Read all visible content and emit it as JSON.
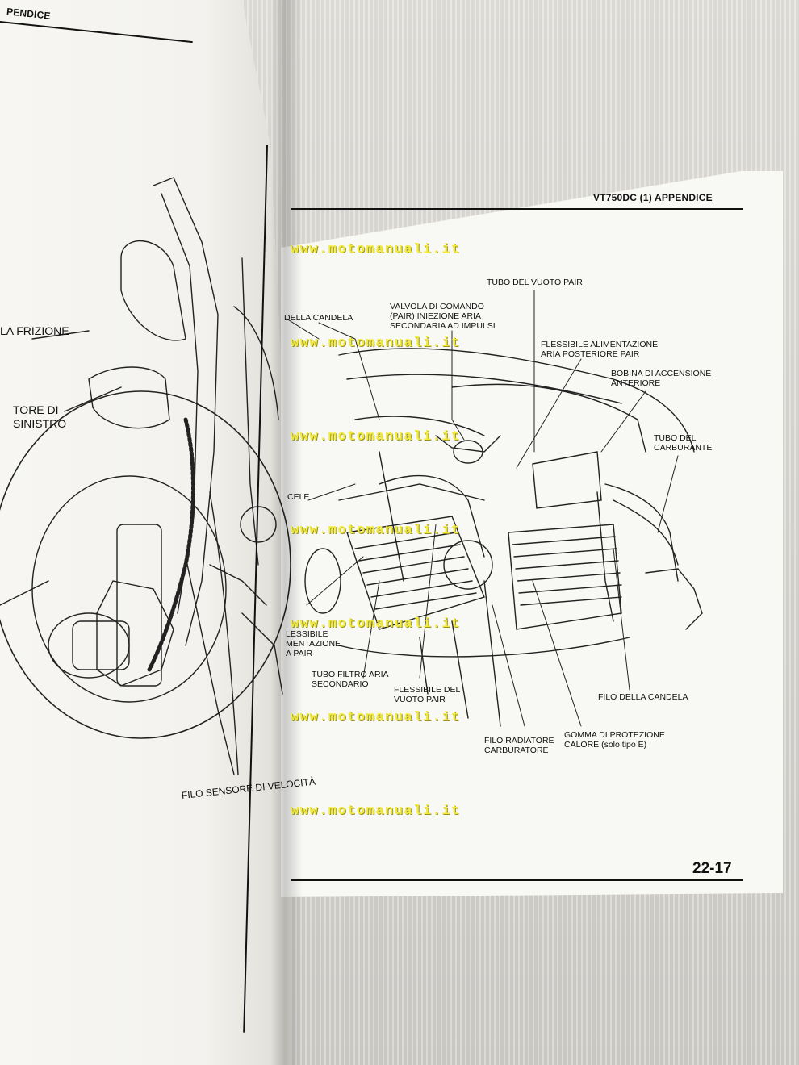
{
  "header": {
    "left_title": "PENDICE",
    "right_title": "VT750DC (1) APPENDICE"
  },
  "page_number": "22-17",
  "watermark": "www.motomanuali.it",
  "left_labels": {
    "frizione": "LA FRIZIONE",
    "tore_di": "TORE DI",
    "sinistro": "SINISTRO",
    "velocita": "FILO SENSORE DI VELOCITÀ"
  },
  "right_labels": {
    "della_candela_top": "DELLA CANDELA",
    "valvola_l1": "VALVOLA DI COMANDO",
    "valvola_l2": "(PAIR) INIEZIONE ARIA",
    "valvola_l3": "SECONDARIA AD IMPULSI",
    "tubo_vuoto_pair": "TUBO DEL VUOTO PAIR",
    "flessibile_alim_l1": "FLESSIBILE ALIMENTAZIONE",
    "flessibile_alim_l2": "ARIA POSTERIORE PAIR",
    "bobina_l1": "BOBINA DI ACCENSIONE",
    "bobina_l2": "ANTERIORE",
    "tubo_carb_l1": "TUBO DEL",
    "tubo_carb_l2": "CARBURANTE",
    "cele": "CELE",
    "fless_left_l1": "LESSIBILE",
    "fless_left_l2": "MENTAZIONE",
    "fless_left_l3": "A PAIR",
    "tubo_filtro_l1": "TUBO FILTRO ARIA",
    "tubo_filtro_l2": "SECONDARIO",
    "fless_vuoto_l1": "FLESSIBILE DEL",
    "fless_vuoto_l2": "VUOTO PAIR",
    "filo_candela": "FILO DELLA CANDELA",
    "filo_radiatore_l1": "FILO RADIATORE",
    "filo_radiatore_l2": "CARBURATORE",
    "gomma_l1": "GOMMA DI PROTEZIONE",
    "gomma_l2": "CALORE (solo tipo E)"
  }
}
